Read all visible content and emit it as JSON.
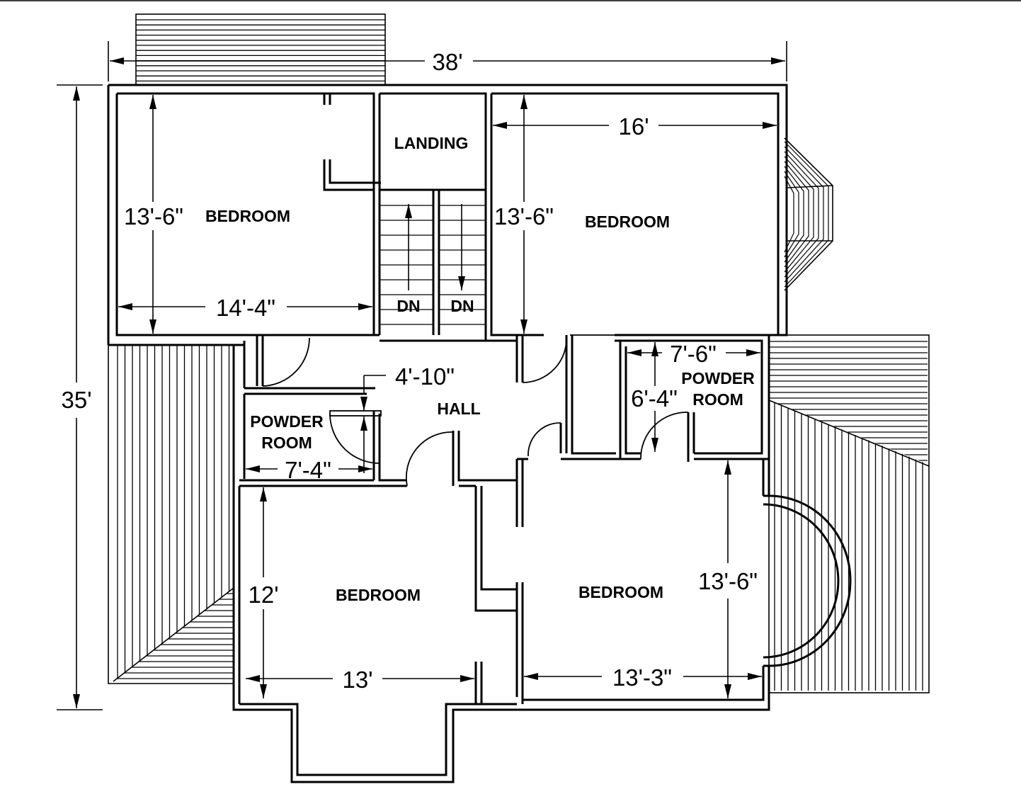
{
  "plan": {
    "rooms": {
      "bedroom_nw": "BEDROOM",
      "landing": "LANDING",
      "bedroom_ne": "BEDROOM",
      "hall": "HALL",
      "powder_w_1": "POWDER",
      "powder_w_2": "ROOM",
      "powder_e_1": "POWDER",
      "powder_e_2": "ROOM",
      "bedroom_sw": "BEDROOM",
      "bedroom_se": "BEDROOM"
    },
    "stairs": {
      "dn_left": "DN",
      "dn_right": "DN"
    },
    "dimensions": {
      "overall_width": "38'",
      "overall_depth": "35'",
      "nw_height": "13'-6\"",
      "nw_width": "14'-4\"",
      "ne_width": "16'",
      "ne_height": "13'-6\"",
      "hall_offset": "4'-10\"",
      "powder_w_width": "7'-4\"",
      "powder_e_width": "7'-6\"",
      "powder_e_height": "6'-4\"",
      "sw_height": "12'",
      "sw_width": "13'",
      "se_height": "13'-6\"",
      "se_width": "13'-3\""
    }
  }
}
